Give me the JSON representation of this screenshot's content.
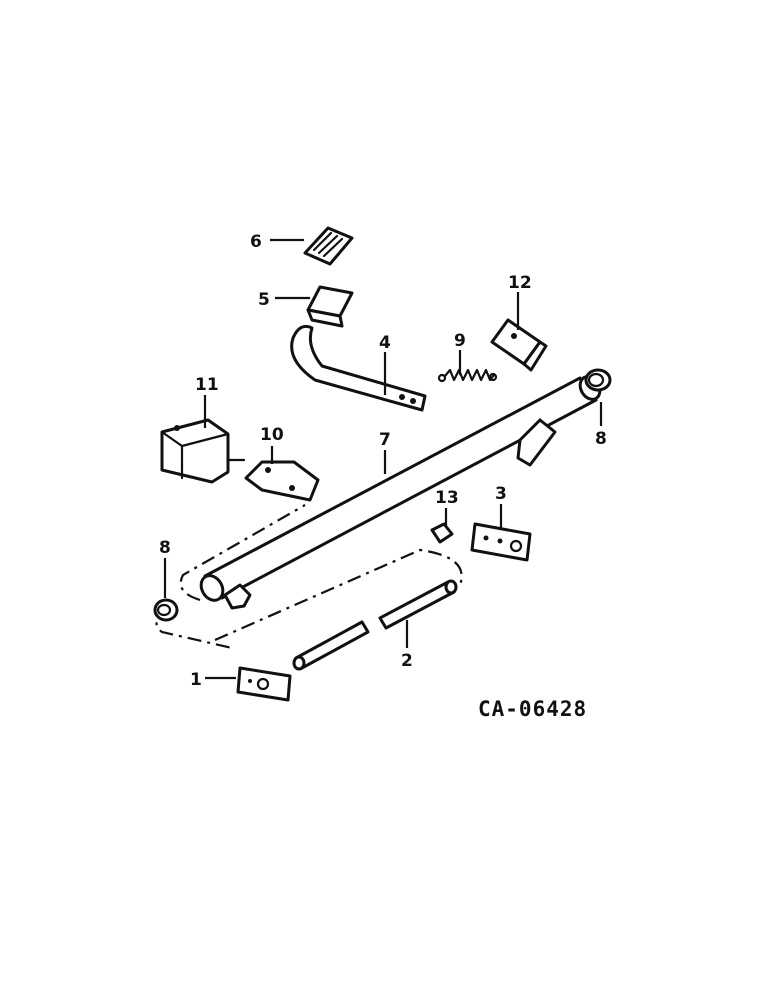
{
  "diagram": {
    "document_number": "CA-06428",
    "callouts": [
      {
        "id": "1",
        "label": "1"
      },
      {
        "id": "2",
        "label": "2"
      },
      {
        "id": "3",
        "label": "3"
      },
      {
        "id": "4",
        "label": "4"
      },
      {
        "id": "5",
        "label": "5"
      },
      {
        "id": "6",
        "label": "6"
      },
      {
        "id": "7",
        "label": "7"
      },
      {
        "id": "8a",
        "label": "8"
      },
      {
        "id": "8b",
        "label": "8"
      },
      {
        "id": "9",
        "label": "9"
      },
      {
        "id": "10",
        "label": "10"
      },
      {
        "id": "11",
        "label": "11"
      },
      {
        "id": "12",
        "label": "12"
      },
      {
        "id": "13",
        "label": "13"
      }
    ]
  }
}
